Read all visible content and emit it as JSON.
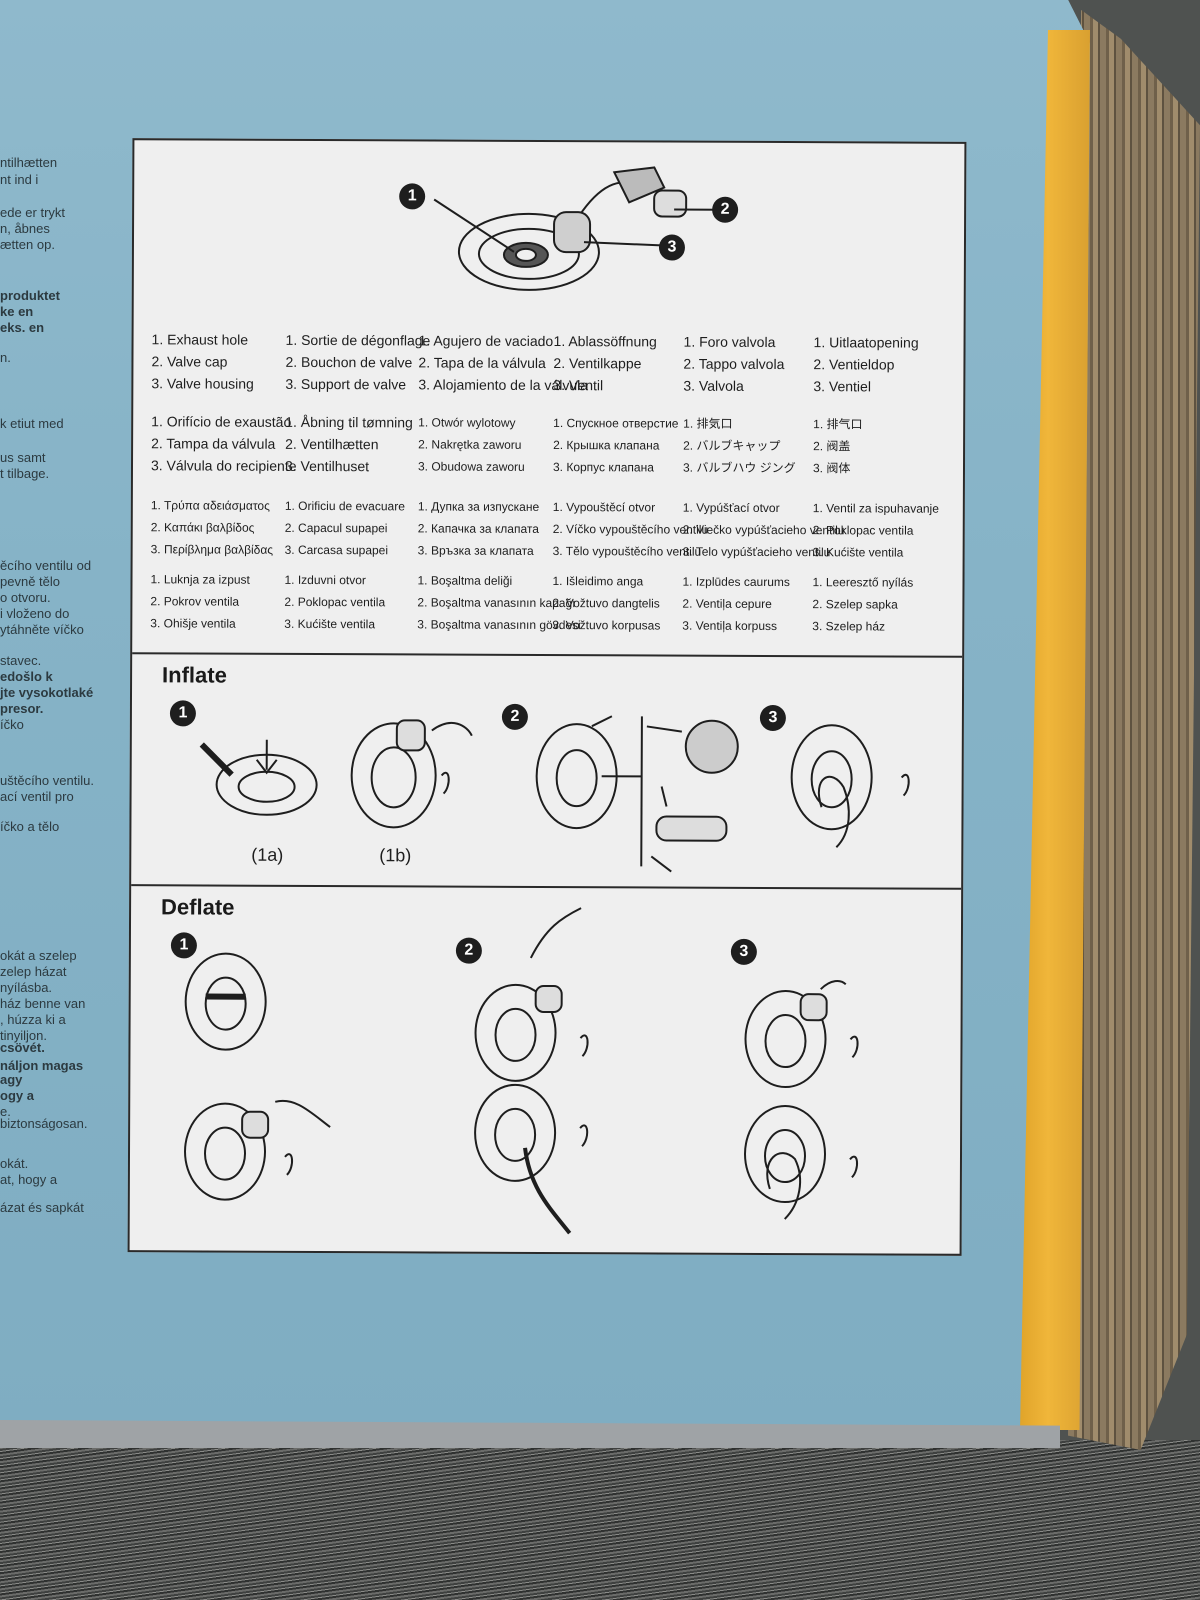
{
  "left_column_fragments": [
    "ntilhætten",
    "nt ind i",
    "ede er trykt",
    "n, åbnes",
    "ætten op.",
    "produktet",
    "ke en",
    "eks. en",
    "n.",
    "k etiut med",
    "us samt",
    "t tilbage.",
    "ěcího ventilu od",
    "pevně tělo",
    "o otvoru.",
    "i vloženo do",
    "ytáhněte víčko",
    "stavec.",
    "edošlo k",
    "jte vysokotlaké",
    "presor.",
    "íčko",
    "uštěcího ventilu.",
    "ací ventil pro",
    "íčko a tělo",
    "okát a szelep",
    "zelep házat",
    "nyílásba.",
    "ház benne van",
    ", húzza ki a",
    "tinyiljon.",
    "csövét.",
    "náljon magas",
    "agy",
    "ogy a",
    "e.",
    "biztonságosan.",
    "okát.",
    "at, hogy a",
    "ázat és sapkát"
  ],
  "diagram_callouts": [
    "1",
    "2",
    "3"
  ],
  "parts_legend": [
    [
      "1. Exhaust hole",
      "2. Valve cap",
      "3. Valve housing"
    ],
    [
      "1. Sortie de dégonflage",
      "2. Bouchon de valve",
      "3. Support de valve"
    ],
    [
      "1. Agujero de vaciado",
      "2. Tapa de la válvula",
      "3. Alojamiento de la válvula"
    ],
    [
      "1. Ablassöffnung",
      "2. Ventilkappe",
      "3. Ventil"
    ],
    [
      "1. Foro valvola",
      "2. Tappo valvola",
      "3. Valvola"
    ],
    [
      "1. Uitlaatopening",
      "2. Ventieldop",
      "3. Ventiel"
    ],
    [
      "1. Orifício de exaustão",
      "2. Tampa da válvula",
      "3. Válvula do recipiente"
    ],
    [
      "1. Åbning til tømning",
      "2. Ventilhætten",
      "3. Ventilhuset"
    ],
    [
      "1. Otwór wylotowy",
      "2. Nakrętka zaworu",
      "3. Obudowa zaworu"
    ],
    [
      "1. Спускное отверстие",
      "2. Крышка клапана",
      "3. Корпус клапана"
    ],
    [
      "1. 排気口",
      "2. バルブキャップ",
      "3. バルブハウ ジング"
    ],
    [
      "1. 排气口",
      "2. 阀盖",
      "3. 阀体"
    ],
    [
      "1. Τρύπα αδειάσματος",
      "2. Καπάκι βαλβίδος",
      "3. Περίβλημα βαλβίδας"
    ],
    [
      "1. Orificiu de evacuare",
      "2. Capacul supapei",
      "3. Carcasa supapei"
    ],
    [
      "1. Дупка за изпускане",
      "2. Капачка за клапата",
      "3. Връзка за клапата"
    ],
    [
      "1. Vypouštěcí otvor",
      "2. Víčko vypouštěcího ventilu",
      "3. Tělo vypouštěcího ventilu"
    ],
    [
      "1. Vypúšťací otvor",
      "2. Viečko vypúšťacieho ventilu",
      "3. Telo vypúšťacieho ventilu"
    ],
    [
      "1. Ventil za ispuhavanje",
      "2. Poklopac ventila",
      "3. Kućište ventila"
    ],
    [
      "1. Luknja za izpust",
      "2. Pokrov ventila",
      "3. Ohišje ventila"
    ],
    [
      "1. Izduvni otvor",
      "2. Poklopac ventila",
      "3. Kućište ventila"
    ],
    [
      "1. Boşaltma deliği",
      "2. Boşaltma vanasının kapağı",
      "3. Boşaltma vanasının gövdesi"
    ],
    [
      "1. Išleidimo anga",
      "2. Vožtuvo dangtelis",
      "3. Vožtuvo korpusas"
    ],
    [
      "1. Izplūdes caurums",
      "2. Ventiļa cepure",
      "3. Ventiļa korpuss"
    ],
    [
      "1. Leeresztő nyílás",
      "2. Szelep sapka",
      "3. Szelep ház"
    ]
  ],
  "inflate": {
    "title": "Inflate",
    "steps": [
      "1",
      "2",
      "3"
    ],
    "captions": [
      "(1a)",
      "(1b)"
    ]
  },
  "deflate": {
    "title": "Deflate",
    "steps": [
      "1",
      "2",
      "3"
    ]
  }
}
